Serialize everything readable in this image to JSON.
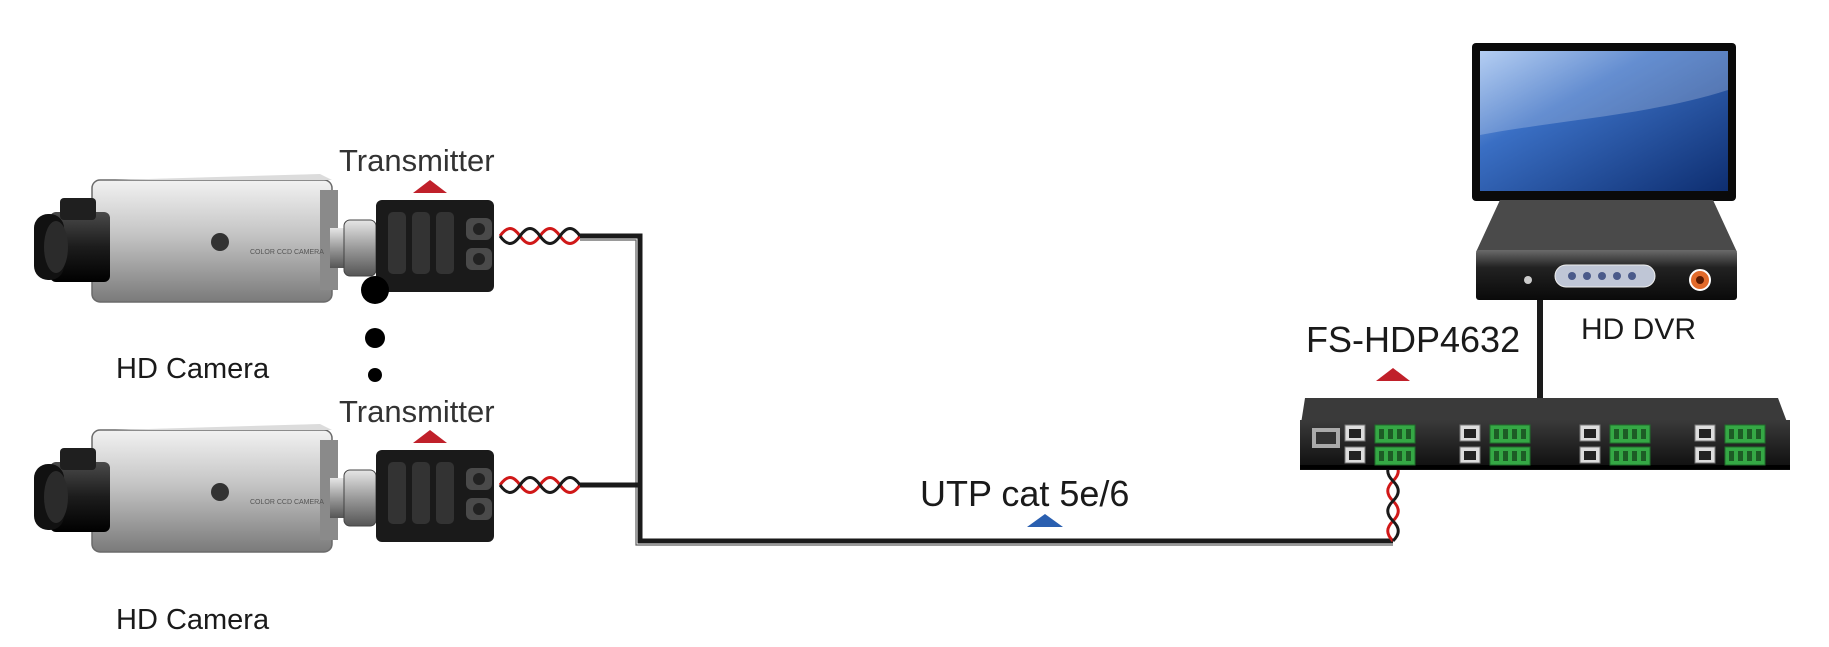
{
  "labels": {
    "camera_top": "HD Camera",
    "camera_bottom": "HD Camera",
    "transmitter_top": "Transmitter",
    "transmitter_bottom": "Transmitter",
    "cable": "UTP cat 5e/6",
    "receiver": "FS-HDP4632",
    "dvr": "HD DVR"
  },
  "icons": {
    "camera": "cctv-box-camera-icon",
    "transmitter": "video-balun-transmitter-icon",
    "receiver": "rackmount-video-balun-receiver-icon",
    "dvr": "dvr-with-monitor-icon",
    "ellipsis": "vertical-ellipsis-dots-icon",
    "marker": "triangle-marker-icon"
  },
  "colors": {
    "cable": "#1a1a1a",
    "twisted_pair_red": "#d01818",
    "marker_red": "#c0202a",
    "marker_blue": "#2a5fb0",
    "receiver_terminal": "#35a845",
    "screen": "#2a55a8"
  }
}
